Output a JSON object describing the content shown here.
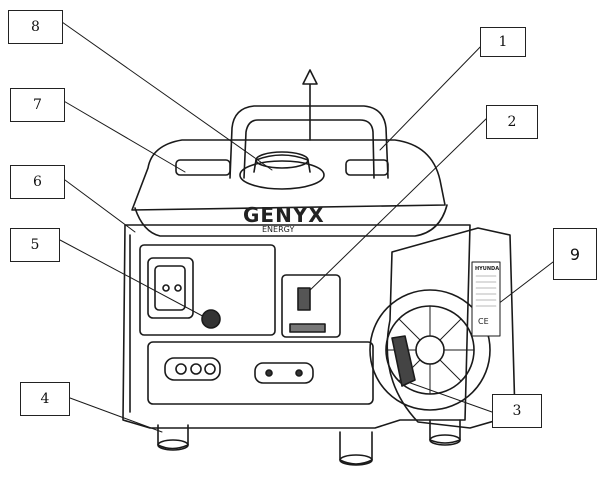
{
  "figure": {
    "callouts": [
      {
        "label": "1"
      },
      {
        "label": "2"
      },
      {
        "label": "3"
      },
      {
        "label": "4"
      },
      {
        "label": "5"
      },
      {
        "label": "6"
      },
      {
        "label": "7"
      },
      {
        "label": "8"
      },
      {
        "label": "9"
      }
    ],
    "brand": {
      "name": "GENYX",
      "sub": "ENERGY"
    },
    "label_plate": {
      "brand": "HYUNDAI",
      "marks": "CE"
    }
  }
}
